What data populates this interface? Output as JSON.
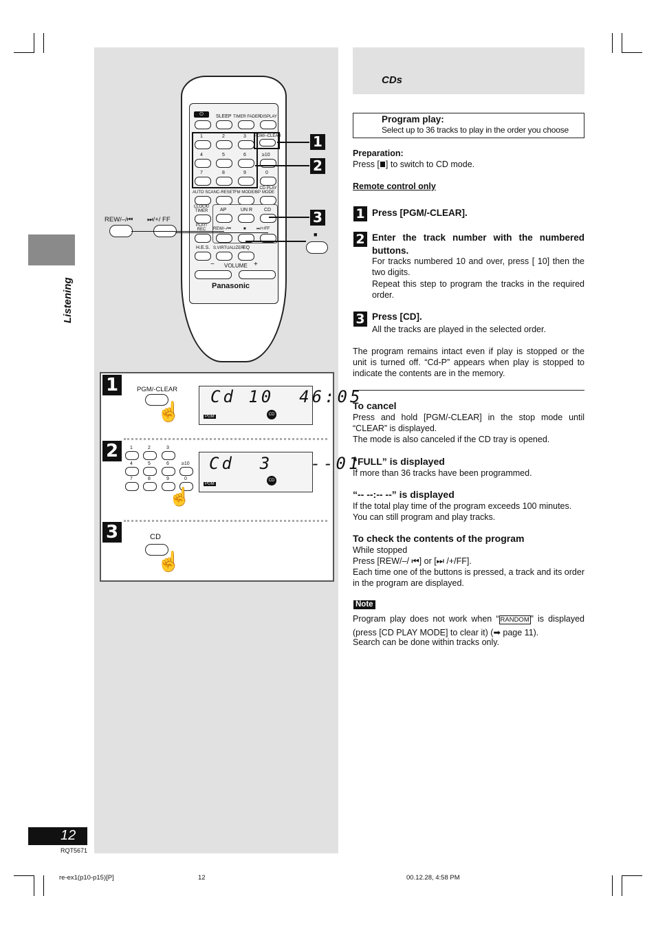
{
  "header": {
    "section_title": "CDs"
  },
  "sidebar": {
    "section_label": "Listening"
  },
  "program_box": {
    "title": "Program play:",
    "subtitle": "Select up to 36 tracks to play in the order you choose"
  },
  "preparation": {
    "label": "Preparation:",
    "text_a": "Press [",
    "text_b": "]  to switch to CD mode."
  },
  "remote_only": "Remote control only",
  "steps": [
    {
      "title": "Press [PGM/-CLEAR]."
    },
    {
      "title": "Enter the track number with the numbered buttons.",
      "note1": "For tracks numbered 10 and over, press [  10] then the two digits.",
      "note2": "Repeat this step to program the tracks in the required order."
    },
    {
      "title": "Press [CD].",
      "note1": "All the tracks are played in the selected order."
    }
  ],
  "retention_text": "The program remains intact even if play is stopped or the unit is turned off. “Cd-P” appears when play is stopped to indicate the contents are in the memory.",
  "cancel": {
    "title": "To cancel",
    "line1": "Press and hold [PGM/-CLEAR] in the stop mode until “CLEAR” is displayed.",
    "line2": "The mode is also canceled if the CD tray is opened."
  },
  "full": {
    "title": "“FULL” is displayed",
    "text": "If more than 36 tracks have been programmed."
  },
  "dashes": {
    "title": "“-- --:-- --” is displayed",
    "line1": "If the total play time of the program exceeds 100 minutes.",
    "line2": "You can still program and play tracks."
  },
  "check": {
    "title": "To check the contents of the program",
    "line1": "While stopped",
    "line2": "Press [REW/–/ ⏮] or [⏭ /+/FF].",
    "line3": "Each time one of the buttons is pressed, a track and its order in the program are displayed."
  },
  "note": {
    "label": "Note",
    "line1a": "Program play does not work when “",
    "random": "RANDOM",
    "line1b": "” is displayed (press [CD PLAY MODE] to clear it) (➡ page 11).",
    "line2": "Search can be done within tracks only."
  },
  "footer": {
    "page_number": "12",
    "model": "RQT5671",
    "file": "re-ex1(p10-p15)[P]",
    "page_center": "12",
    "timestamp": "00.12.28, 4:58 PM"
  },
  "remote": {
    "brand": "Panasonic",
    "row1": [
      "SLEEP",
      "TIMER FADER",
      "DISPLAY"
    ],
    "pgm_clear": "PGM/–CLEAR",
    "digits": [
      "1",
      "2",
      "3",
      "4",
      "5",
      "6",
      "≥10",
      "7",
      "8",
      "9",
      "0"
    ],
    "row_mode": [
      "AUTO SCAN",
      "C-RESET",
      "FM MODE/BP",
      "CD PLAY MODE"
    ],
    "clock": "CLOCK/ TIMER",
    "ap": "AP",
    "un_r": "UN R",
    "cd": "CD",
    "play_rec": "PLAY/ REC",
    "rew_in": "REW/–/⏮",
    "ff_in": "⏭/+/FF",
    "row_hes": [
      "H.E.S.",
      "S.VIRTUALIZER",
      "EQ"
    ],
    "volume": "VOLUME",
    "vol_minus": "−",
    "vol_plus": "+",
    "rew_out": "REW/–/⏮",
    "ff_out": "⏭/+/ FF",
    "stop_out": "■"
  },
  "illus": {
    "pgm_label": "PGM/-CLEAR",
    "lcd1": "Cd 10  46:05",
    "lcd2": "Cd  3   --01",
    "pgm_tag": "PGM",
    "cd_tag": "CD",
    "pad_digits": [
      "1",
      "2",
      "3",
      "4",
      "5",
      "6",
      "≥10",
      "7",
      "8",
      "9",
      "0"
    ],
    "cd_label": "CD"
  },
  "step_numbers": [
    "1",
    "2",
    "3"
  ]
}
